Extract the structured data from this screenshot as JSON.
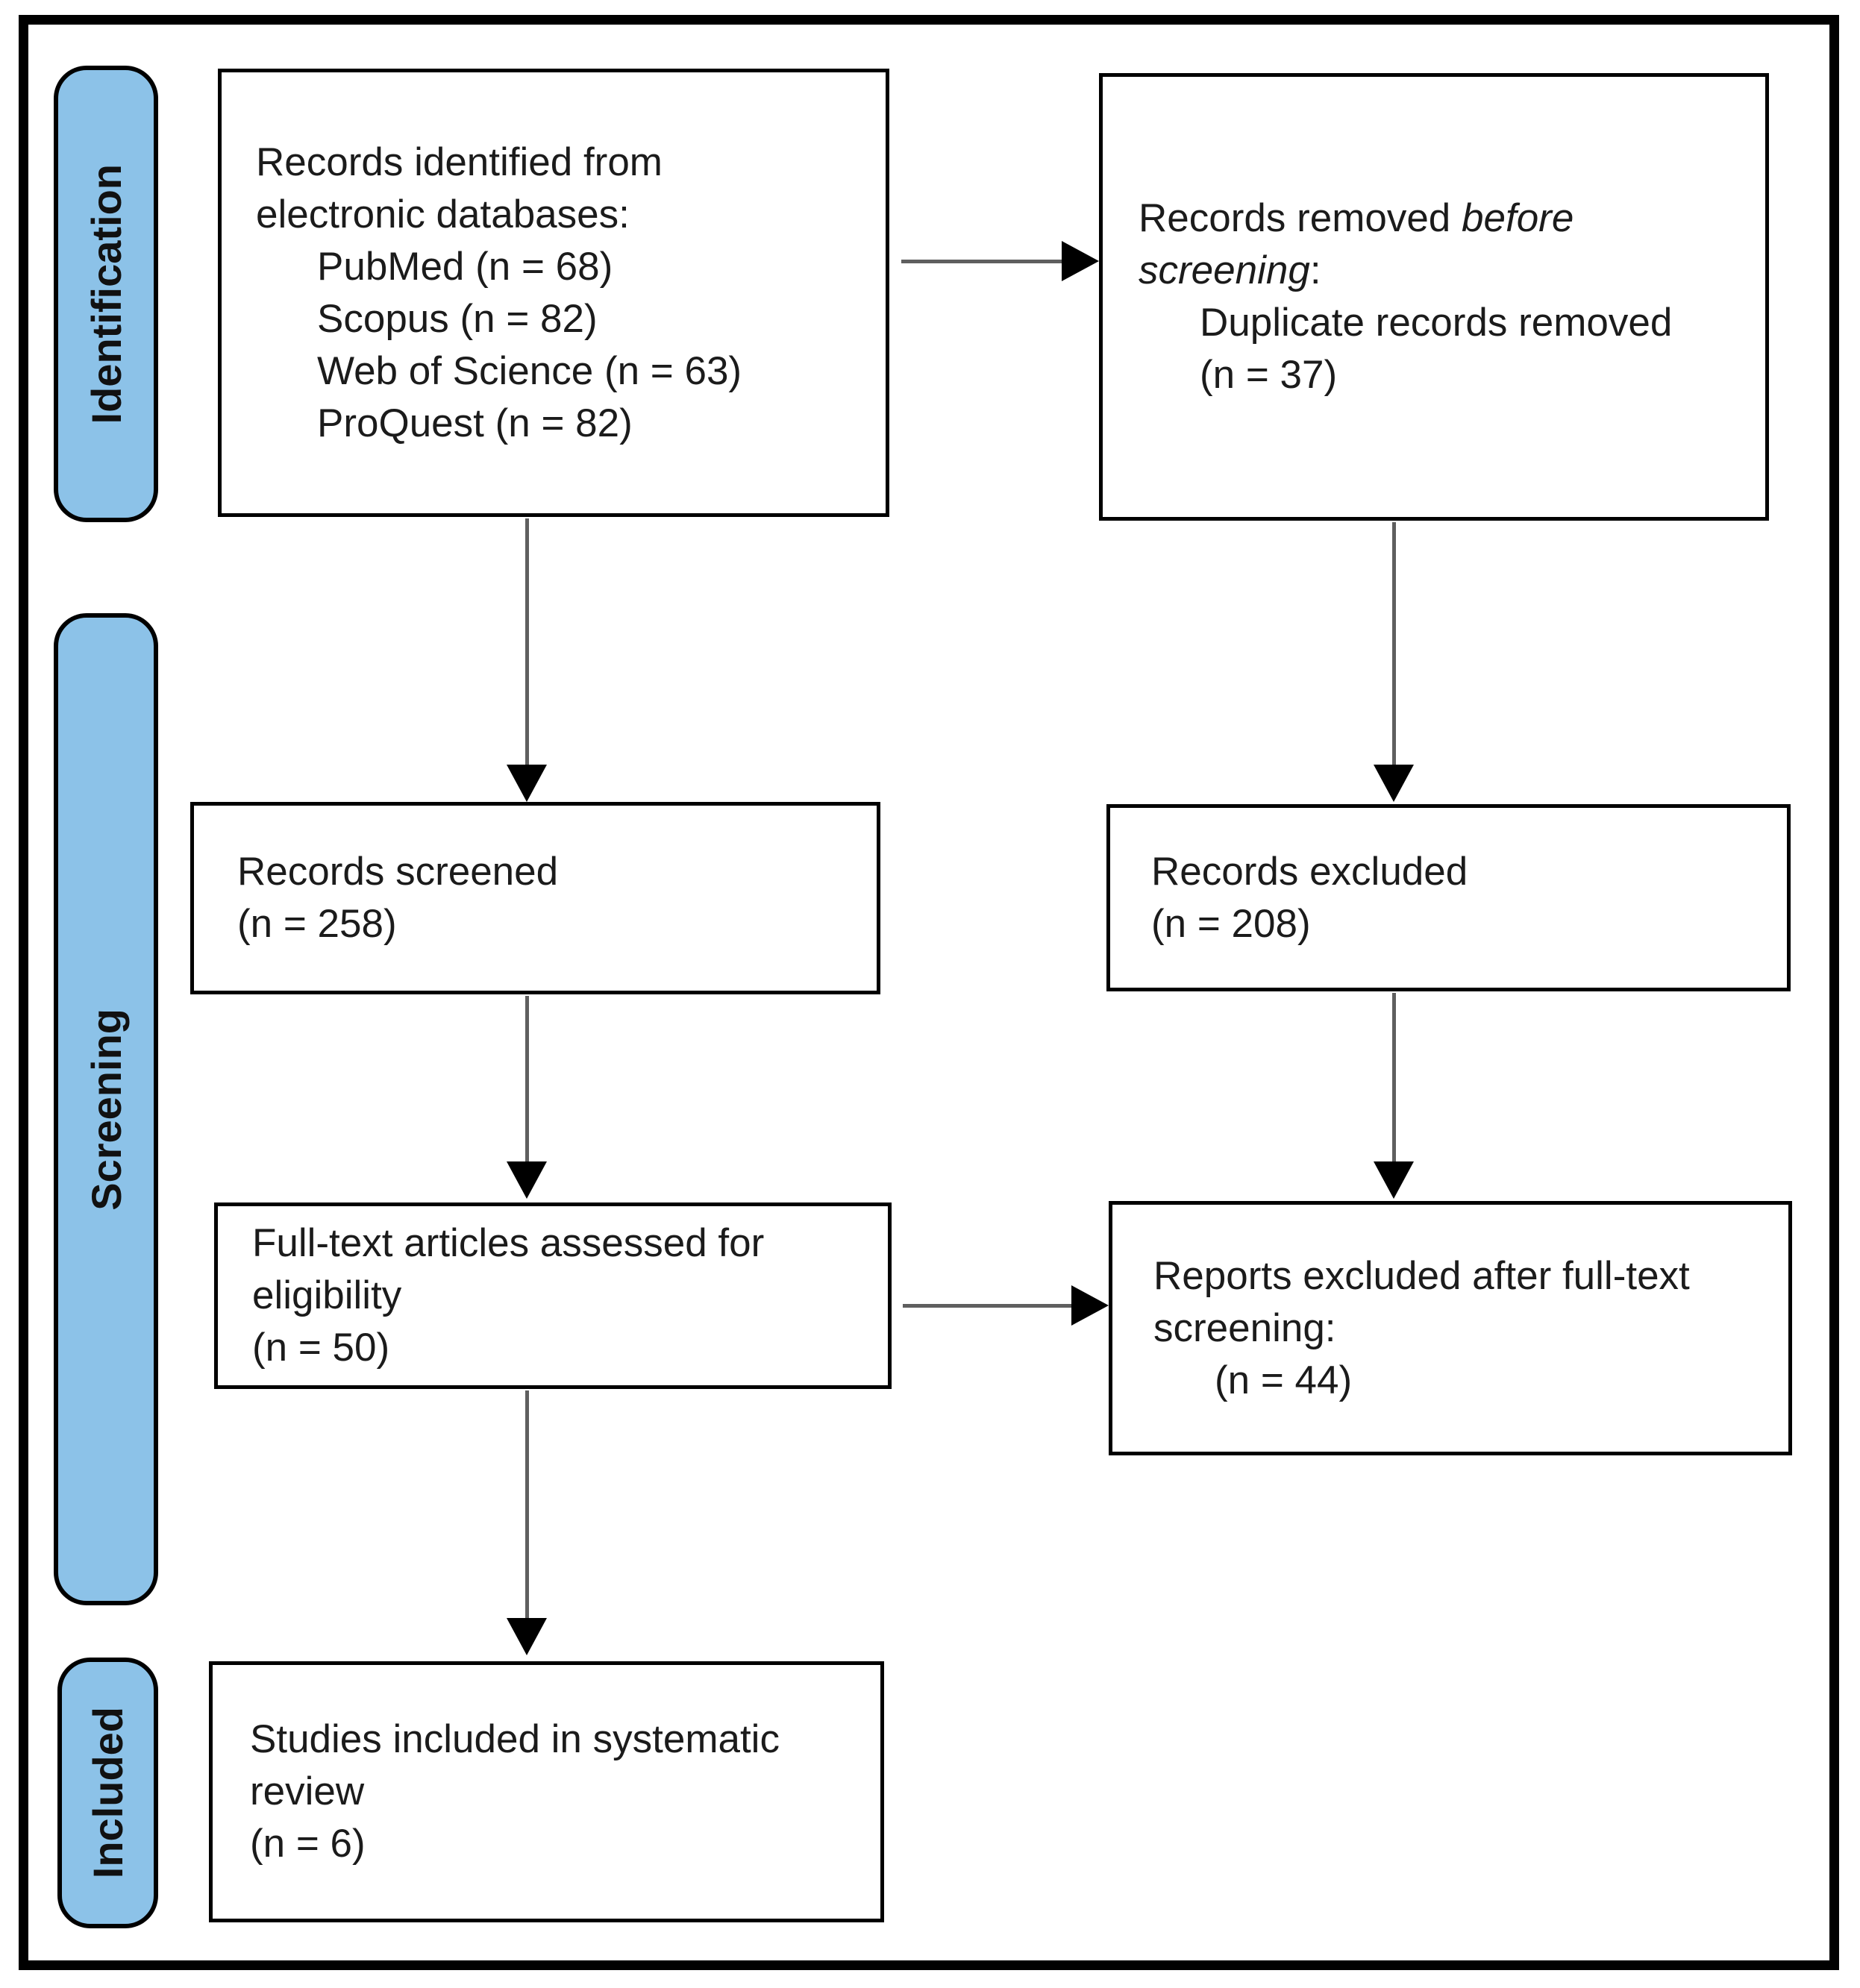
{
  "diagram": {
    "kind": "PRISMA flow diagram",
    "stages": [
      {
        "id": "identification",
        "label": "Identification"
      },
      {
        "id": "screening",
        "label": "Screening"
      },
      {
        "id": "included",
        "label": "Included"
      }
    ],
    "boxes": {
      "identified": {
        "line1": "Records identified from",
        "line2": "electronic databases:",
        "items": [
          "PubMed (n = 68)",
          "Scopus (n = 82)",
          "Web of Science (n = 63)",
          "ProQuest (n = 82)"
        ]
      },
      "removed": {
        "lead": "Records removed ",
        "italic_word": "before",
        "italic_word2": "screening",
        "colon": ":",
        "item": "Duplicate records removed",
        "count": "(n = 37)"
      },
      "screened": {
        "line1": "Records screened",
        "count": "(n = 258)"
      },
      "excluded": {
        "line1": "Records excluded",
        "count": "(n = 208)"
      },
      "fulltext": {
        "line1": "Full-text articles assessed for",
        "line2": "eligibility",
        "count": "(n = 50)"
      },
      "reports_excluded": {
        "line1": "Reports excluded after full-text",
        "line2": "screening:",
        "count": "(n = 44)"
      },
      "included_studies": {
        "line1": "Studies included in systematic",
        "line2": "review",
        "count": "(n = 6)"
      }
    },
    "colors": {
      "stage_fill": "#8CC2E8",
      "border": "#000000",
      "arrow_shaft": "#5f5f5f",
      "arrow_head": "#000000"
    }
  }
}
